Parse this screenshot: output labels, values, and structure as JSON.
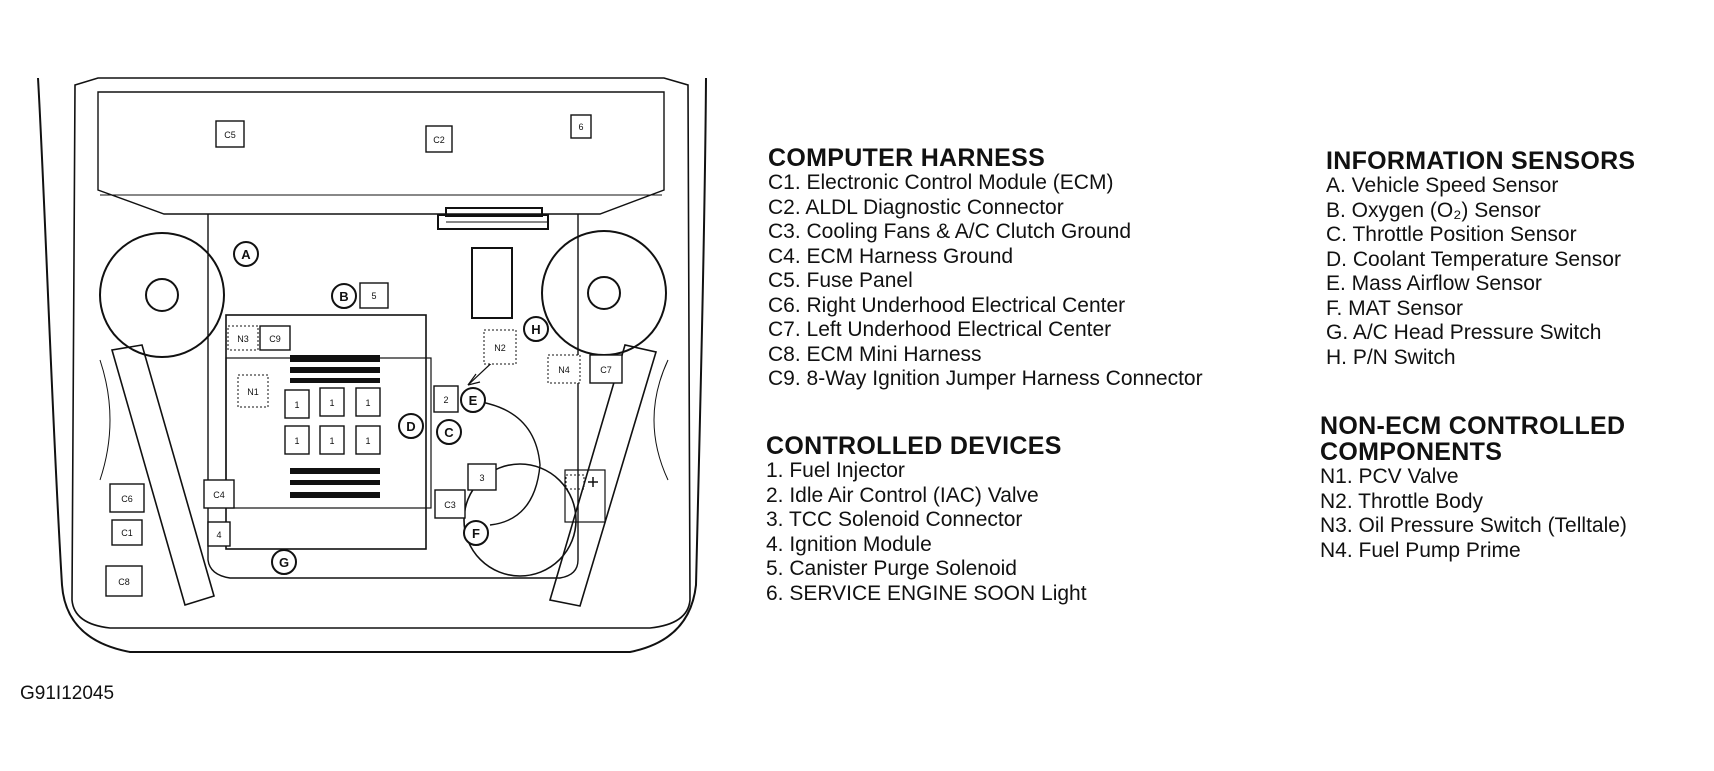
{
  "figure_id": "G91I12045",
  "diagram_labels": {
    "connectors": [
      "C5",
      "C2",
      "6",
      "5",
      "N3",
      "C9",
      "N1",
      "N2",
      "N4",
      "C7",
      "2",
      "3",
      "C3",
      "C4",
      "C6",
      "C1",
      "4",
      "C8",
      "1"
    ],
    "sensors": [
      "A",
      "B",
      "C",
      "D",
      "E",
      "F",
      "G",
      "H"
    ]
  },
  "computer_harness": {
    "title": "COMPUTER HARNESS",
    "items": [
      "C1. Electronic Control Module (ECM)",
      "C2. ALDL Diagnostic Connector",
      "C3. Cooling Fans & A/C Clutch Ground",
      "C4. ECM Harness Ground",
      "C5. Fuse Panel",
      "C6. Right Underhood Electrical Center",
      "C7. Left Underhood Electrical Center",
      "C8. ECM Mini Harness",
      "C9. 8-Way Ignition Jumper Harness Connector"
    ]
  },
  "controlled_devices": {
    "title": "CONTROLLED DEVICES",
    "items": [
      "1. Fuel Injector",
      "2. Idle Air Control (IAC) Valve",
      "3. TCC Solenoid Connector",
      "4. Ignition Module",
      "5. Canister Purge Solenoid",
      "6. SERVICE ENGINE SOON Light"
    ]
  },
  "information_sensors": {
    "title": "INFORMATION SENSORS",
    "items": [
      "A. Vehicle Speed Sensor",
      "B. Oxygen (O₂) Sensor",
      "C. Throttle Position Sensor",
      "D. Coolant Temperature Sensor",
      "E. Mass Airflow Sensor",
      "F. MAT Sensor",
      "G. A/C Head Pressure Switch",
      "H. P/N Switch"
    ]
  },
  "non_ecm_components": {
    "title_line1": "NON-ECM CONTROLLED",
    "title_line2": "COMPONENTS",
    "items": [
      "N1. PCV Valve",
      "N2. Throttle Body",
      "N3. Oil Pressure Switch (Telltale)",
      "N4. Fuel Pump Prime"
    ]
  }
}
